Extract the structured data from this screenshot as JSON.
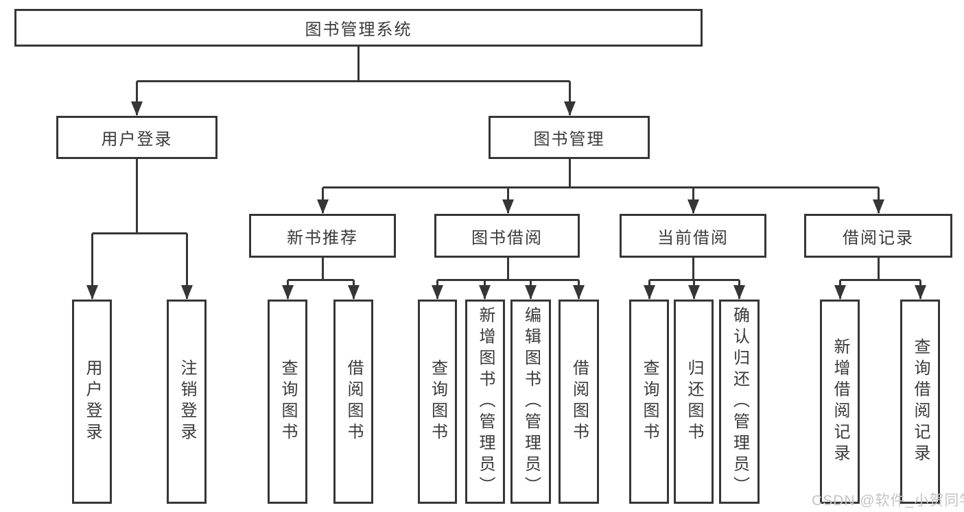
{
  "tree": {
    "label": "图书管理系统",
    "children": [
      {
        "label": "用户登录",
        "children": [
          {
            "label": "用户登录"
          },
          {
            "label": "注销登录"
          }
        ]
      },
      {
        "label": "图书管理",
        "children": [
          {
            "label": "新书推荐",
            "children": [
              {
                "label": "查询图书"
              },
              {
                "label": "借阅图书"
              }
            ]
          },
          {
            "label": "图书借阅",
            "children": [
              {
                "label": "查询图书"
              },
              {
                "label": "新增图书（管理员）"
              },
              {
                "label": "编辑图书（管理员）"
              },
              {
                "label": "借阅图书"
              }
            ]
          },
          {
            "label": "当前借阅",
            "children": [
              {
                "label": "查询图书"
              },
              {
                "label": "归还图书"
              },
              {
                "label": "确认归还（管理员）"
              }
            ]
          },
          {
            "label": "借阅记录",
            "children": [
              {
                "label": "新增借阅记录"
              },
              {
                "label": "查询借阅记录"
              }
            ]
          }
        ]
      }
    ]
  },
  "watermark": {
    "text": "CSDN @软件_小贺同学"
  },
  "colors": {
    "line": "#363636",
    "box_border": "#363636",
    "text": "#3a3a3a",
    "watermark": "#c4c4c4",
    "background": "#ffffff"
  }
}
